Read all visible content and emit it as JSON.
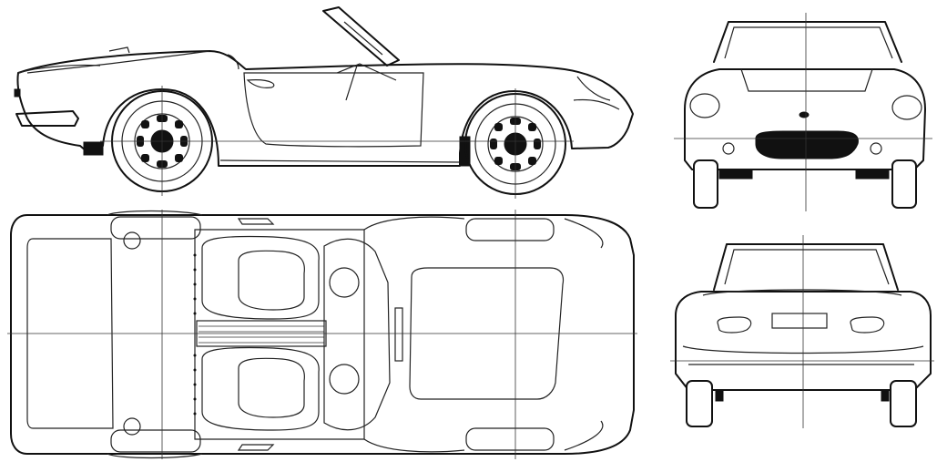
{
  "views": [
    {
      "id": "side",
      "label": ""
    },
    {
      "id": "top",
      "label": ""
    },
    {
      "id": "front",
      "label": ""
    },
    {
      "id": "rear",
      "label": ""
    }
  ],
  "colors": {
    "line": "#111111",
    "background": "#ffffff"
  }
}
